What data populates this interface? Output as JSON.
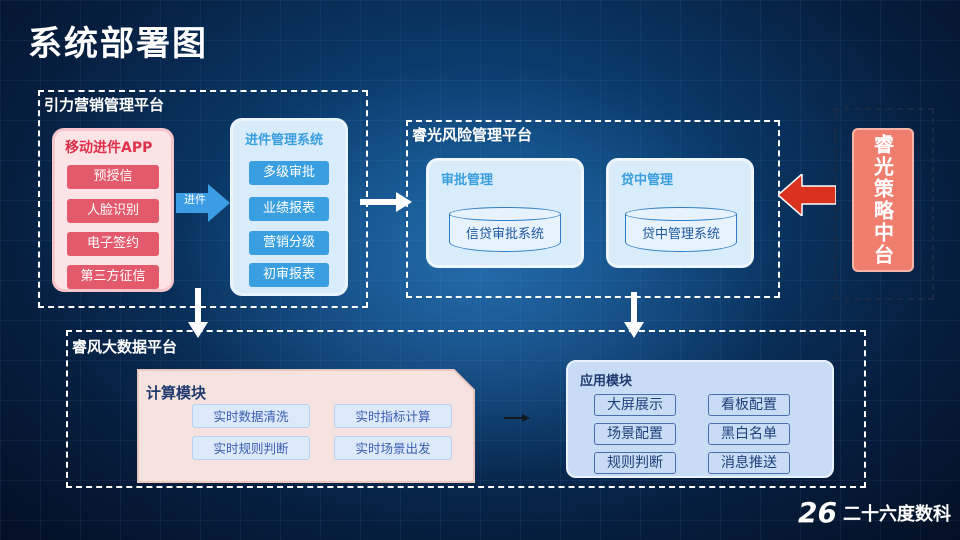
{
  "title": "系统部署图",
  "yinli": {
    "label": "引力营销管理平台",
    "mobile": {
      "title": "移动进件APP",
      "items": [
        "预授信",
        "人脸识别",
        "电子签约",
        "第三方征信"
      ]
    },
    "arrow_label": "进件",
    "jinjian": {
      "title": "进件管理系统",
      "items": [
        "多级审批",
        "业绩报表",
        "营销分级",
        "初审报表"
      ]
    }
  },
  "ruiguang": {
    "label": "睿光风险管理平台",
    "shenpi": {
      "title": "审批管理",
      "system": "信贷审批系统"
    },
    "daizhong": {
      "title": "贷中管理",
      "system": "贷中管理系统"
    }
  },
  "strategy": {
    "label": "睿光策略中台"
  },
  "ruifeng": {
    "label": "睿风大数据平台",
    "compute": {
      "title": "计算模块",
      "items": [
        "实时数据清洗",
        "实时指标计算",
        "实时规则判断",
        "实时场景出发"
      ]
    },
    "app": {
      "title": "应用模块",
      "items": [
        "大屏展示",
        "看板配置",
        "场景配置",
        "黑白名单",
        "规则判断",
        "消息推送"
      ]
    }
  },
  "logo": {
    "mark": "26",
    "text": "二十六度数科"
  },
  "colors": {
    "red_pill": "#e35a6d",
    "blue_pill": "#3a9fe0",
    "strategy": "#f07e6e",
    "arrow_red": "#d9321f"
  }
}
